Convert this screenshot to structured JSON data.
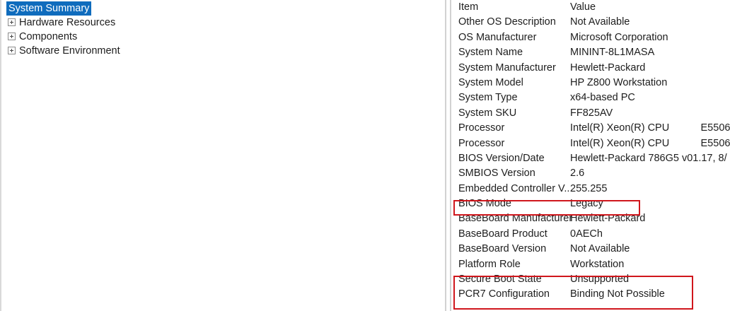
{
  "tree": {
    "selected_item": "System Summary",
    "items": [
      {
        "label": "System Summary",
        "expandable": false,
        "selected": true
      },
      {
        "label": "Hardware Resources",
        "expandable": true,
        "selected": false
      },
      {
        "label": "Components",
        "expandable": true,
        "selected": false
      },
      {
        "label": "Software Environment",
        "expandable": true,
        "selected": false
      }
    ]
  },
  "detail": {
    "header": {
      "item": "Item",
      "value": "Value"
    },
    "rows": [
      {
        "item": "Other OS Description",
        "value": "Not Available"
      },
      {
        "item": "OS Manufacturer",
        "value": "Microsoft Corporation"
      },
      {
        "item": "System Name",
        "value": "MININT-8L1MASA"
      },
      {
        "item": "System Manufacturer",
        "value": "Hewlett-Packard"
      },
      {
        "item": "System Model",
        "value": "HP Z800 Workstation"
      },
      {
        "item": "System Type",
        "value": "x64-based PC"
      },
      {
        "item": "System SKU",
        "value": "FF825AV"
      },
      {
        "item": "Processor",
        "value": "Intel(R) Xeon(R) CPU           E5506"
      },
      {
        "item": "Processor",
        "value": "Intel(R) Xeon(R) CPU           E5506"
      },
      {
        "item": "BIOS Version/Date",
        "value": "Hewlett-Packard 786G5 v01.17, 8/"
      },
      {
        "item": "SMBIOS Version",
        "value": "2.6"
      },
      {
        "item": "Embedded Controller V...",
        "value": "255.255"
      },
      {
        "item": "BIOS Mode",
        "value": "Legacy"
      },
      {
        "item": "BaseBoard Manufacturer",
        "value": "Hewlett-Packard"
      },
      {
        "item": "BaseBoard Product",
        "value": "0AECh"
      },
      {
        "item": "BaseBoard Version",
        "value": "Not Available"
      },
      {
        "item": "Platform Role",
        "value": "Workstation"
      },
      {
        "item": "Secure Boot State",
        "value": "Unsupported"
      },
      {
        "item": "PCR7 Configuration",
        "value": "Binding Not Possible"
      }
    ]
  },
  "annotations": {
    "highlight_color": "#d0161c",
    "boxes": [
      {
        "name": "bios-mode-highlight",
        "rows": [
          "BIOS Mode"
        ]
      },
      {
        "name": "secure-boot-highlight",
        "rows": [
          "Secure Boot State",
          "PCR7 Configuration"
        ]
      }
    ]
  },
  "colors": {
    "selection": "#0f6cbd",
    "selection_text": "#ffffff",
    "text": "#1d1d1d",
    "divider": "#d2d2d2",
    "annotation": "#d0161c"
  }
}
